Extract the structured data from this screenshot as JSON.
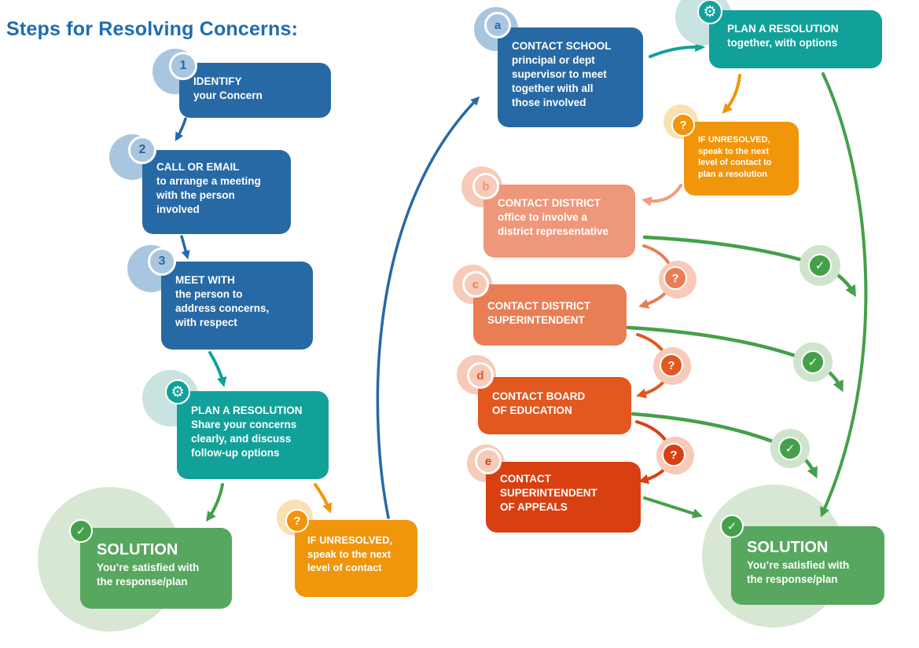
{
  "title": "Steps for Resolving Concerns:",
  "palette": {
    "blue": "#2769a5",
    "light_blue": "#a9c6e0",
    "teal": "#12a19a",
    "light_teal": "#c9e3e0",
    "green_box": "#57a75f",
    "green_arrow": "#45a04a",
    "pale_green": "#d7e7d3",
    "orange": "#f1950b",
    "light_orange": "#fae0b2",
    "salmon": "#ee977a",
    "coral": "#e97e55",
    "orange_red": "#e2581f",
    "red": "#d84012",
    "light_salmon": "#f7cab9",
    "title_blue": "#1d6cb2"
  },
  "left_flow": {
    "step1": {
      "badge": "1",
      "title": "IDENTIFY",
      "body": "your Concern"
    },
    "step2": {
      "badge": "2",
      "title": "CALL OR EMAIL",
      "body": "to arrange a meeting\nwith the person\ninvolved"
    },
    "step3": {
      "badge": "3",
      "title": "MEET WITH",
      "body": "the person to\naddress concerns,\nwith respect"
    },
    "plan": {
      "icon": "⚙",
      "title": "PLAN A RESOLUTION",
      "body": "Share your concerns\nclearly, and discuss\nfollow-up options"
    },
    "solution": {
      "icon": "✓",
      "title": "SOLUTION",
      "body": "You’re satisfied with\nthe response/plan"
    },
    "unresolved": {
      "icon": "?",
      "title": "IF UNRESOLVED,",
      "body": "speak to the next\nlevel of contact"
    }
  },
  "right_flow": {
    "step_a": {
      "badge": "a",
      "title": "CONTACT SCHOOL",
      "body": "principal or dept\nsupervisor to meet\ntogether with all\nthose involved"
    },
    "plan": {
      "icon": "⚙",
      "title": "PLAN A RESOLUTION",
      "body": "together, with options"
    },
    "unresolved": {
      "icon": "?",
      "title": "IF UNRESOLVED,",
      "body": "speak to the next\nlevel of contact to\nplan a resolution"
    },
    "step_b": {
      "badge": "b",
      "title": "CONTACT DISTRICT",
      "body": "office to involve a\ndistrict representative"
    },
    "step_c": {
      "badge": "c",
      "title": "CONTACT DISTRICT\nSUPERINTENDENT"
    },
    "step_d": {
      "badge": "d",
      "title": "CONTACT BOARD\nOF EDUCATION"
    },
    "step_e": {
      "badge": "e",
      "title": "CONTACT\nSUPERINTENDENT\nOF APPEALS"
    },
    "solution": {
      "icon": "✓",
      "title": "SOLUTION",
      "body": "You’re satisfied with\nthe response/plan"
    },
    "question_badges": [
      "?",
      "?",
      "?"
    ],
    "check_badges": [
      "✓",
      "✓",
      "✓"
    ]
  }
}
